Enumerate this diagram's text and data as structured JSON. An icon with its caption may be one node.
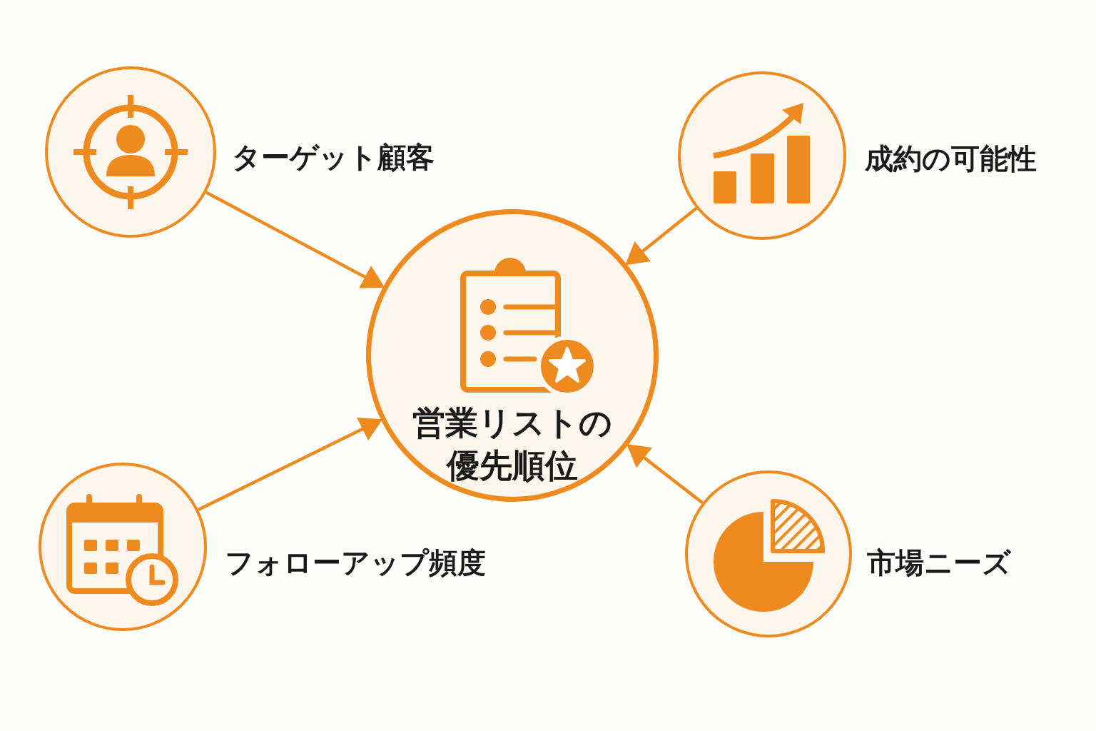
{
  "diagram": {
    "nodes": [
      {
        "text": [
          "ターゲット顧客"
        ]
      },
      {
        "text": [
          "成約の可能性"
        ]
      },
      {
        "text": [
          "営業リストの優先順位"
        ]
      },
      {
        "text": [
          "フォローアップ頻度"
        ]
      },
      {
        "text": [
          "市場ニーズ"
        ]
      }
    ],
    "edges": [
      {
        "from": 0,
        "to": 2,
        "arrow": "to"
      },
      {
        "from": 1,
        "to": 2,
        "arrow": "to"
      },
      {
        "from": 3,
        "to": 2,
        "arrow": "to"
      },
      {
        "from": 4,
        "to": 2,
        "arrow": "to"
      }
    ]
  }
}
